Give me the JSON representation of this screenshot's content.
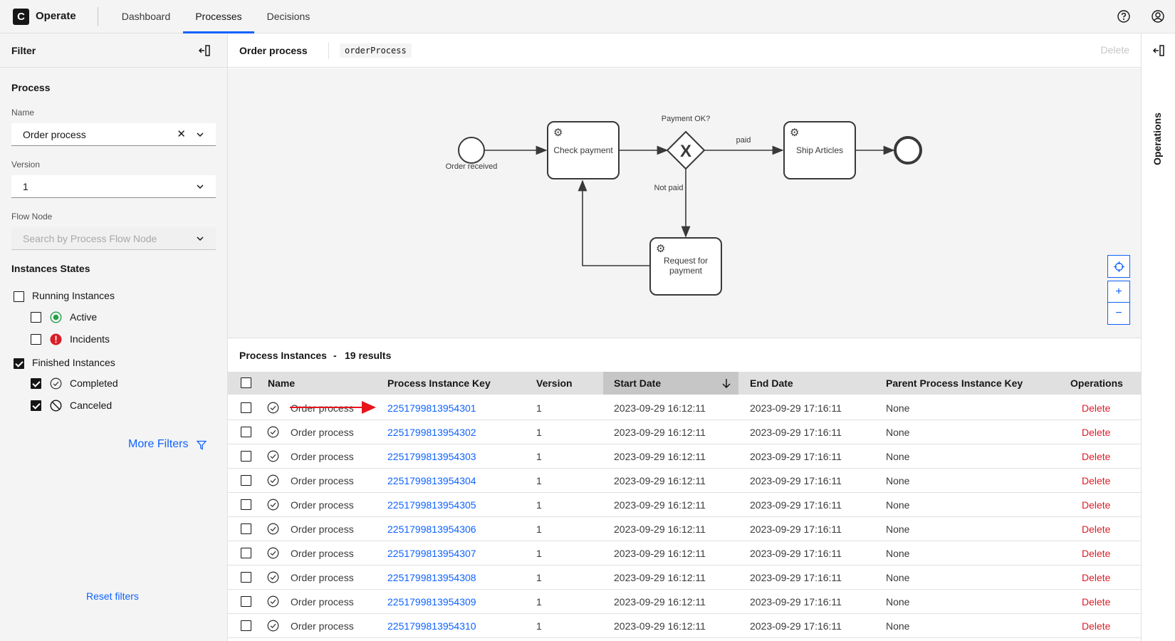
{
  "header": {
    "logo_letter": "C",
    "app_name": "Operate",
    "tabs": [
      {
        "label": "Dashboard"
      },
      {
        "label": "Processes"
      },
      {
        "label": "Decisions"
      }
    ]
  },
  "filter": {
    "title": "Filter",
    "process_section": "Process",
    "name_label": "Name",
    "name_value": "Order process",
    "version_label": "Version",
    "version_value": "1",
    "flow_node_label": "Flow Node",
    "flow_node_placeholder": "Search by Process Flow Node",
    "states_title": "Instances States",
    "running": "Running Instances",
    "active": "Active",
    "incidents": "Incidents",
    "finished": "Finished Instances",
    "completed": "Completed",
    "canceled": "Canceled",
    "more_filters": "More Filters",
    "reset": "Reset filters"
  },
  "process_bar": {
    "title": "Order process",
    "id": "orderProcess",
    "delete": "Delete"
  },
  "diagram": {
    "start_label": "Order received",
    "task_check": "Check payment",
    "gateway_label": "Payment OK?",
    "gateway_symbol": "X",
    "flow_paid": "paid",
    "flow_not_paid": "Not paid",
    "task_ship": "Ship Articles",
    "task_request_line1": "Request for",
    "task_request_line2": "payment"
  },
  "operations_side": "Operations",
  "instances": {
    "title": "Process Instances",
    "dash": "-",
    "count": "19 results",
    "columns": [
      "Name",
      "Process Instance Key",
      "Version",
      "Start Date",
      "End Date",
      "Parent Process Instance Key",
      "Operations"
    ],
    "rows": [
      {
        "name": "Order process",
        "key": "2251799813954301",
        "version": "1",
        "start": "2023-09-29 16:12:11",
        "end": "2023-09-29 17:16:11",
        "parent": "None",
        "op": "Delete"
      },
      {
        "name": "Order process",
        "key": "2251799813954302",
        "version": "1",
        "start": "2023-09-29 16:12:11",
        "end": "2023-09-29 17:16:11",
        "parent": "None",
        "op": "Delete"
      },
      {
        "name": "Order process",
        "key": "2251799813954303",
        "version": "1",
        "start": "2023-09-29 16:12:11",
        "end": "2023-09-29 17:16:11",
        "parent": "None",
        "op": "Delete"
      },
      {
        "name": "Order process",
        "key": "2251799813954304",
        "version": "1",
        "start": "2023-09-29 16:12:11",
        "end": "2023-09-29 17:16:11",
        "parent": "None",
        "op": "Delete"
      },
      {
        "name": "Order process",
        "key": "2251799813954305",
        "version": "1",
        "start": "2023-09-29 16:12:11",
        "end": "2023-09-29 17:16:11",
        "parent": "None",
        "op": "Delete"
      },
      {
        "name": "Order process",
        "key": "2251799813954306",
        "version": "1",
        "start": "2023-09-29 16:12:11",
        "end": "2023-09-29 17:16:11",
        "parent": "None",
        "op": "Delete"
      },
      {
        "name": "Order process",
        "key": "2251799813954307",
        "version": "1",
        "start": "2023-09-29 16:12:11",
        "end": "2023-09-29 17:16:11",
        "parent": "None",
        "op": "Delete"
      },
      {
        "name": "Order process",
        "key": "2251799813954308",
        "version": "1",
        "start": "2023-09-29 16:12:11",
        "end": "2023-09-29 17:16:11",
        "parent": "None",
        "op": "Delete"
      },
      {
        "name": "Order process",
        "key": "2251799813954309",
        "version": "1",
        "start": "2023-09-29 16:12:11",
        "end": "2023-09-29 17:16:11",
        "parent": "None",
        "op": "Delete"
      },
      {
        "name": "Order process",
        "key": "2251799813954310",
        "version": "1",
        "start": "2023-09-29 16:12:11",
        "end": "2023-09-29 17:16:11",
        "parent": "None",
        "op": "Delete"
      }
    ]
  },
  "colors": {
    "accent": "#0f62fe",
    "danger": "#da1e28",
    "annotation_arrow": "#e8141b"
  }
}
